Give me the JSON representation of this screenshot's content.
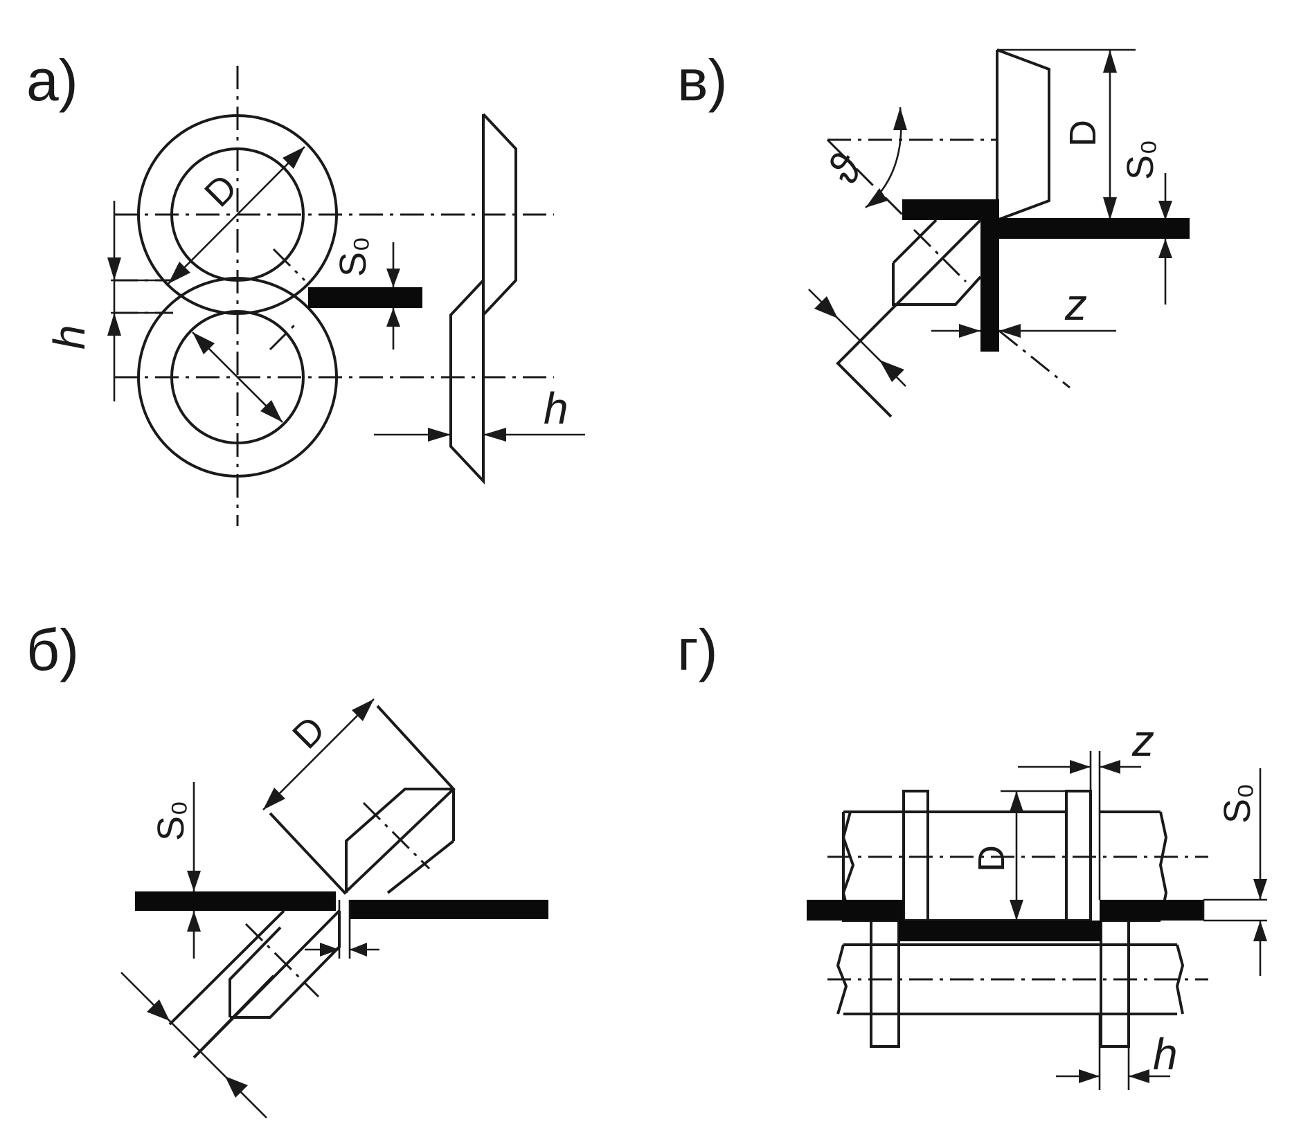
{
  "panels": {
    "a": {
      "label": "а)",
      "D": "D",
      "S0": "S₀",
      "h_left": "h",
      "h_right": "h"
    },
    "b": {
      "label": "б)",
      "D": "D",
      "S0": "S₀"
    },
    "v": {
      "label": "в)",
      "D": "D",
      "S0": "S₀",
      "theta": "ϑ",
      "z": "z"
    },
    "g": {
      "label": "г)",
      "D": "D",
      "S0": "S₀",
      "z": "z",
      "h": "h"
    }
  },
  "colors": {
    "ink": "#1a1a1a",
    "sheet": "#0a0a0a",
    "background": "#ffffff"
  }
}
